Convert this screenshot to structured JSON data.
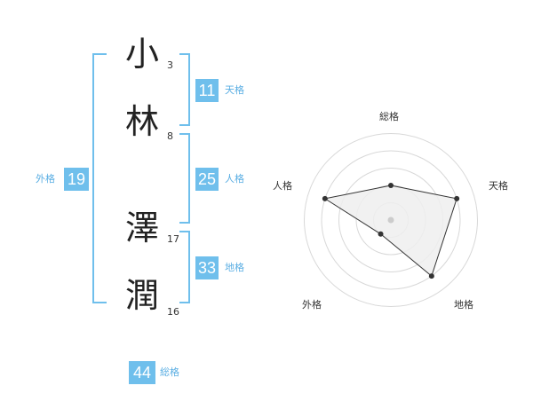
{
  "name": {
    "characters": [
      {
        "char": "小",
        "strokes": "3"
      },
      {
        "char": "林",
        "strokes": "8"
      },
      {
        "char": "澤",
        "strokes": "17"
      },
      {
        "char": "潤",
        "strokes": "16"
      }
    ]
  },
  "fortunes": {
    "tenkaku": {
      "value": "11",
      "label": "天格"
    },
    "jinkaku": {
      "value": "25",
      "label": "人格"
    },
    "chikaku": {
      "value": "33",
      "label": "地格"
    },
    "gaikaku": {
      "value": "19",
      "label": "外格"
    },
    "soukaku": {
      "value": "44",
      "label": "総格"
    }
  },
  "radar": {
    "axes": [
      "総格",
      "天格",
      "地格",
      "外格",
      "人格"
    ],
    "levels": 5,
    "values": [
      2,
      4,
      4,
      1,
      4
    ],
    "colors": {
      "grid": "#d8d8d8",
      "fill": "#efefef",
      "line": "#333333",
      "point": "#333333",
      "center": "#cccccc"
    }
  },
  "colors": {
    "accent": "#6fbfec"
  }
}
